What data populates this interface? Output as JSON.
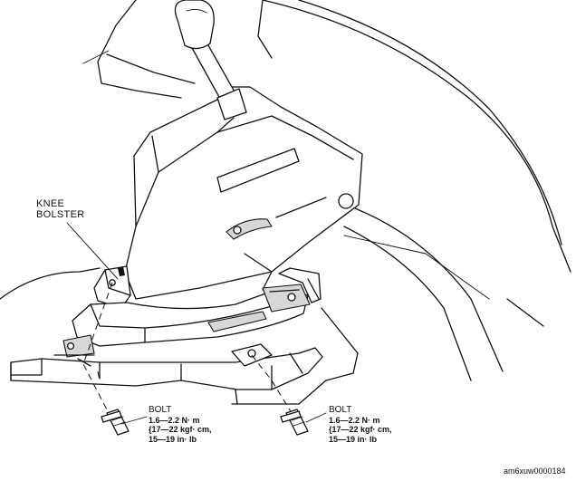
{
  "labels": {
    "knee_bolster_line1": "KNEE",
    "knee_bolster_line2": "BOLSTER",
    "bolt_left": {
      "title": "BOLT",
      "line1": "1.6—2.2  N· m",
      "line2": "{17—22  kgf· cm,",
      "line3": "15—19  in· lb"
    },
    "bolt_right": {
      "title": "BOLT",
      "line1": "1.6—2.2  N· m",
      "line2": "{17—22  kgf· cm,",
      "line3": "15—19  in· lb"
    }
  },
  "figure_code": "am6xuw0000184",
  "colors": {
    "line": "#111111",
    "shade": "#d7d7d7",
    "background": "#ffffff"
  }
}
